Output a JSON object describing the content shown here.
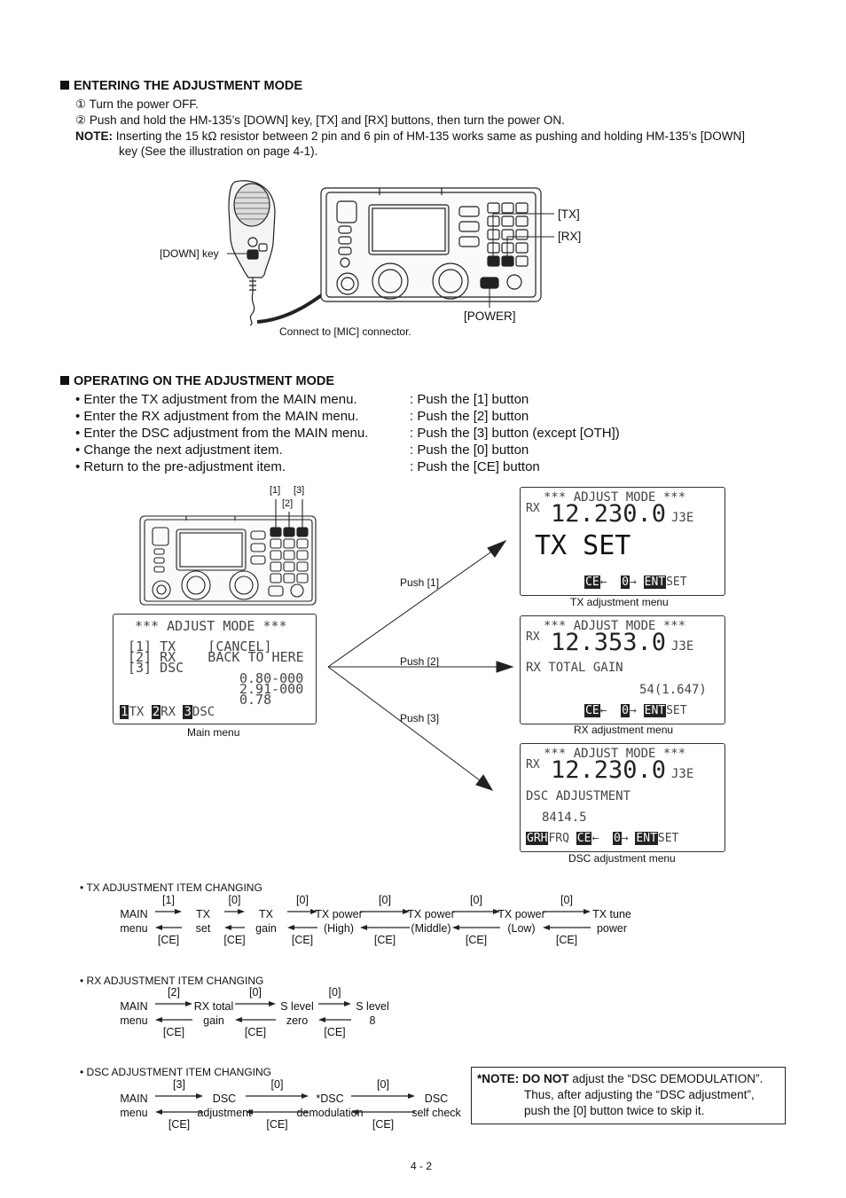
{
  "section1": {
    "heading": "ENTERING THE ADJUSTMENT MODE",
    "step1_num": "①",
    "step1": "Turn the power OFF.",
    "step2_num": "②",
    "step2": "Push and hold the HM-135’s [DOWN] key, [TX] and [RX] buttons, then turn the power ON.",
    "note_label": "NOTE:",
    "note_line1": "Inserting the 15 kΩ resistor between 2 pin and 6 pin of HM-135 works same as pushing and holding HM-135’s [DOWN]",
    "note_line2": "key (See the illustration on page 4-1).",
    "labels": {
      "down_key": "[DOWN] key",
      "tx": "[TX]",
      "rx": "[RX]",
      "power": "[POWER]",
      "connect": "Connect to [MIC] connector."
    }
  },
  "section2": {
    "heading": "OPERATING ON THE ADJUSTMENT MODE",
    "rows": [
      {
        "bullet": "• Enter the TX adjustment from the MAIN menu.",
        "action": ": Push the [1] button"
      },
      {
        "bullet": "• Enter the RX adjustment from the MAIN menu.",
        "action": ": Push the [2] button"
      },
      {
        "bullet": "• Enter the DSC adjustment from the MAIN menu.",
        "action": ": Push the [3] button (except [OTH])"
      },
      {
        "bullet": "• Change the next adjustment item.",
        "action": ": Push the [0] button"
      },
      {
        "bullet": "• Return to the pre-adjustment item.",
        "action": ": Push the [CE] button"
      }
    ],
    "button_labels": {
      "b1": "[1]",
      "b2": "[2]",
      "b3": "[3]"
    },
    "push_labels": {
      "p1": "Push [1]",
      "p2": "Push [2]",
      "p3": "Push [3]"
    },
    "main_menu": {
      "line1": "*** ADJUST MODE ***",
      "line2": "[1] TX    [CANCEL]",
      "line3": "[2] RX    BACK TO HERE",
      "line4": "[3] DSC",
      "line5": "0.80-000",
      "line6": "2.91-000",
      "line7": "0.78",
      "footer_k1": "1",
      "footer_t1": "TX ",
      "footer_k2": "2",
      "footer_t2": "RX ",
      "footer_k3": "3",
      "footer_t3": "DSC",
      "caption": "Main menu"
    },
    "tx_menu": {
      "header": "*** ADJUST MODE ***",
      "mode": "RX",
      "freq": "12.230.0",
      "band": "J3E",
      "title": "TX SET",
      "f_ce": "CE",
      "f_arrow1": "←",
      "f_0": "0",
      "f_arrow2": "→",
      "f_ent": "ENT",
      "f_set": "SET",
      "caption": "TX adjustment menu"
    },
    "rx_menu": {
      "header": "*** ADJUST MODE ***",
      "mode": "RX",
      "freq": "12.353.0",
      "band": "J3E",
      "title": "RX TOTAL GAIN",
      "value": "54(1.647)",
      "f_ce": "CE",
      "f_arrow1": "←",
      "f_0": "0",
      "f_arrow2": "→",
      "f_ent": "ENT",
      "f_set": "SET",
      "caption": "RX adjustment menu"
    },
    "dsc_menu": {
      "header": "*** ADJUST MODE ***",
      "mode": "RX",
      "freq": "12.230.0",
      "band": "J3E",
      "title": "DSC ADJUSTMENT",
      "value": "8414.5",
      "f_grh": "GRH",
      "f_frq": "FRQ ",
      "f_ce": "CE",
      "f_arrow1": "←",
      "f_0": "0",
      "f_arrow2": "→",
      "f_ent": "ENT",
      "f_set": "SET",
      "caption": "DSC adjustment menu"
    }
  },
  "flows": {
    "tx": {
      "title": "•   TX ADJUSTMENT ITEM CHANGING",
      "nodes": [
        [
          "MAIN",
          "menu"
        ],
        [
          "TX",
          "set"
        ],
        [
          "TX",
          "gain"
        ],
        [
          "TX power",
          "(High)"
        ],
        [
          "TX power",
          "(Middle)"
        ],
        [
          "TX power",
          "(Low)"
        ],
        [
          "TX tune",
          "power"
        ]
      ],
      "forward": [
        "[1]",
        "[0]",
        "[0]",
        "[0]",
        "[0]",
        "[0]"
      ],
      "back": [
        "[CE]",
        "[CE]",
        "[CE]",
        "[CE]",
        "[CE]",
        "[CE]"
      ]
    },
    "rx": {
      "title": "•   RX ADJUSTMENT ITEM CHANGING",
      "nodes": [
        [
          "MAIN",
          "menu"
        ],
        [
          "RX total",
          "gain"
        ],
        [
          "S level",
          "zero"
        ],
        [
          "S level",
          "8"
        ]
      ],
      "forward": [
        "[2]",
        "[0]",
        "[0]"
      ],
      "back": [
        "[CE]",
        "[CE]",
        "[CE]"
      ]
    },
    "dsc": {
      "title": "•   DSC ADJUSTMENT ITEM CHANGING",
      "nodes": [
        [
          "MAIN",
          "menu"
        ],
        [
          "DSC",
          "adjustment"
        ],
        [
          "*DSC",
          "demodulation"
        ],
        [
          "DSC",
          "self check"
        ]
      ],
      "forward": [
        "[3]",
        "[0]",
        "[0]"
      ],
      "back": [
        "[CE]",
        "[CE]",
        "[CE]"
      ]
    }
  },
  "note": {
    "label": "*NOTE: DO NOT",
    "line1": " adjust the “DSC DEMODULATION”.",
    "line2": "Thus, after adjusting the “DSC adjustment”,",
    "line3": "push the [0] button twice to skip it."
  },
  "page_number": "4 - 2"
}
